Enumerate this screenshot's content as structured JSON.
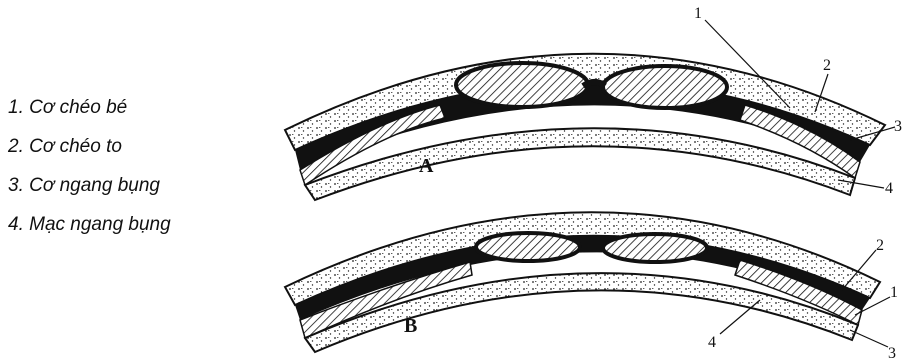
{
  "legend": [
    "1. Cơ chéo bé",
    "2. Cơ chéo to",
    "3. Cơ ngang bụng",
    "4. Mạc ngang bụng"
  ],
  "figure_labels": {
    "a": "A",
    "b": "B"
  },
  "callouts_a": [
    "1",
    "2",
    "3",
    "4"
  ],
  "callouts_b": [
    "2",
    "1",
    "4",
    "3"
  ],
  "colors": {
    "ink": "#111111",
    "paper": "#ffffff"
  }
}
